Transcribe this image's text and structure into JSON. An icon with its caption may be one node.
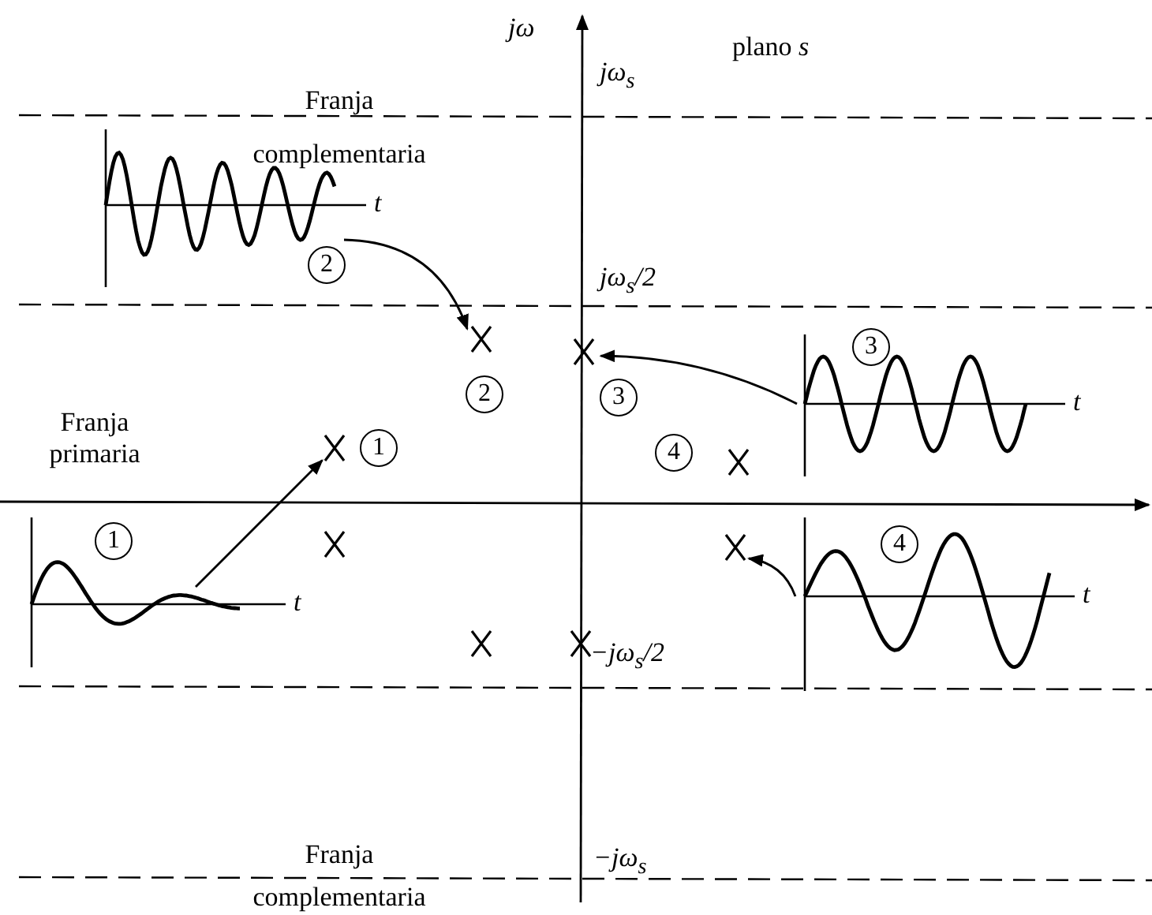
{
  "diagram": {
    "nodes": [
      {
        "text": [
          "2",
          "t"
        ]
      },
      {
        "text": [
          "2"
        ]
      },
      {
        "text": [
          "3",
          "t"
        ]
      },
      {
        "text": [
          "3"
        ]
      },
      {
        "text": [
          "1",
          "t"
        ]
      },
      {
        "text": [
          "1"
        ]
      },
      {
        "text": [
          "4",
          "t"
        ]
      },
      {
        "text": [],
        "shape": "cross"
      },
      {
        "text": [
          "4"
        ]
      }
    ],
    "edges": [
      {
        "from": 0,
        "to": 1,
        "arrow": "to"
      },
      {
        "from": 2,
        "to": 3,
        "arrow": "to"
      },
      {
        "from": 4,
        "to": 5,
        "arrow": "to"
      },
      {
        "from": 6,
        "to": 7,
        "arrow": "to"
      }
    ],
    "labels": [
      "jω",
      "plano *s*",
      "Franja complementaria",
      "jω$_{s}$",
      "jω$_{s}$/2",
      "Franja primaria",
      "−jω$_{s}$/2",
      "Franja complementaria",
      "−jω$_{s}$"
    ]
  }
}
